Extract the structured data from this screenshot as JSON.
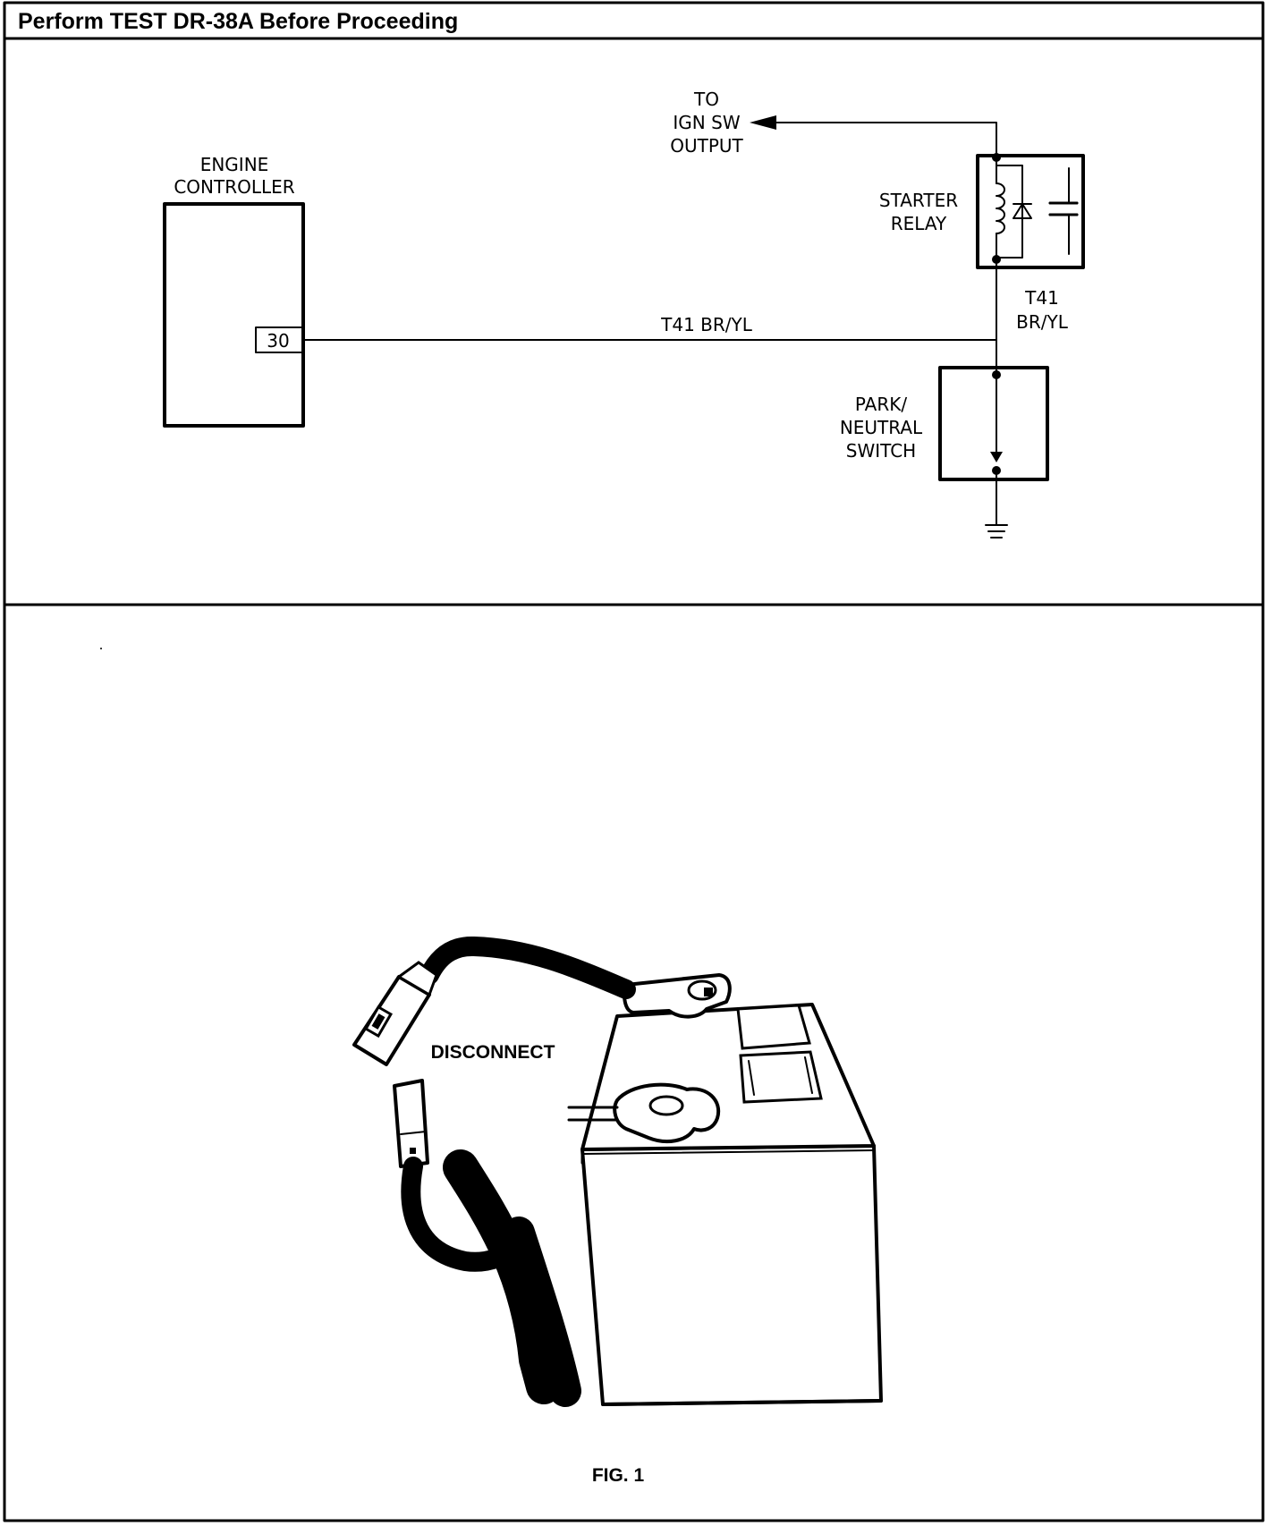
{
  "header": {
    "title": "Perform TEST DR-38A Before Proceeding"
  },
  "schematic": {
    "engine_controller": {
      "line1": "ENGINE",
      "line2": "CONTROLLER",
      "pin": "30"
    },
    "ign_sw": {
      "line1": "TO",
      "line2": "IGN  SW",
      "line3": "OUTPUT"
    },
    "starter_relay": {
      "line1": "STARTER",
      "line2": "RELAY"
    },
    "wire_horizontal": "T41  BR/YL",
    "wire_vertical": {
      "line1": "T41",
      "line2": "BR/YL"
    },
    "park_neutral_switch": {
      "line1": "PARK/",
      "line2": "NEUTRAL",
      "line3": "SWITCH"
    }
  },
  "illustration": {
    "callout": "DISCONNECT",
    "caption": "FIG. 1"
  }
}
